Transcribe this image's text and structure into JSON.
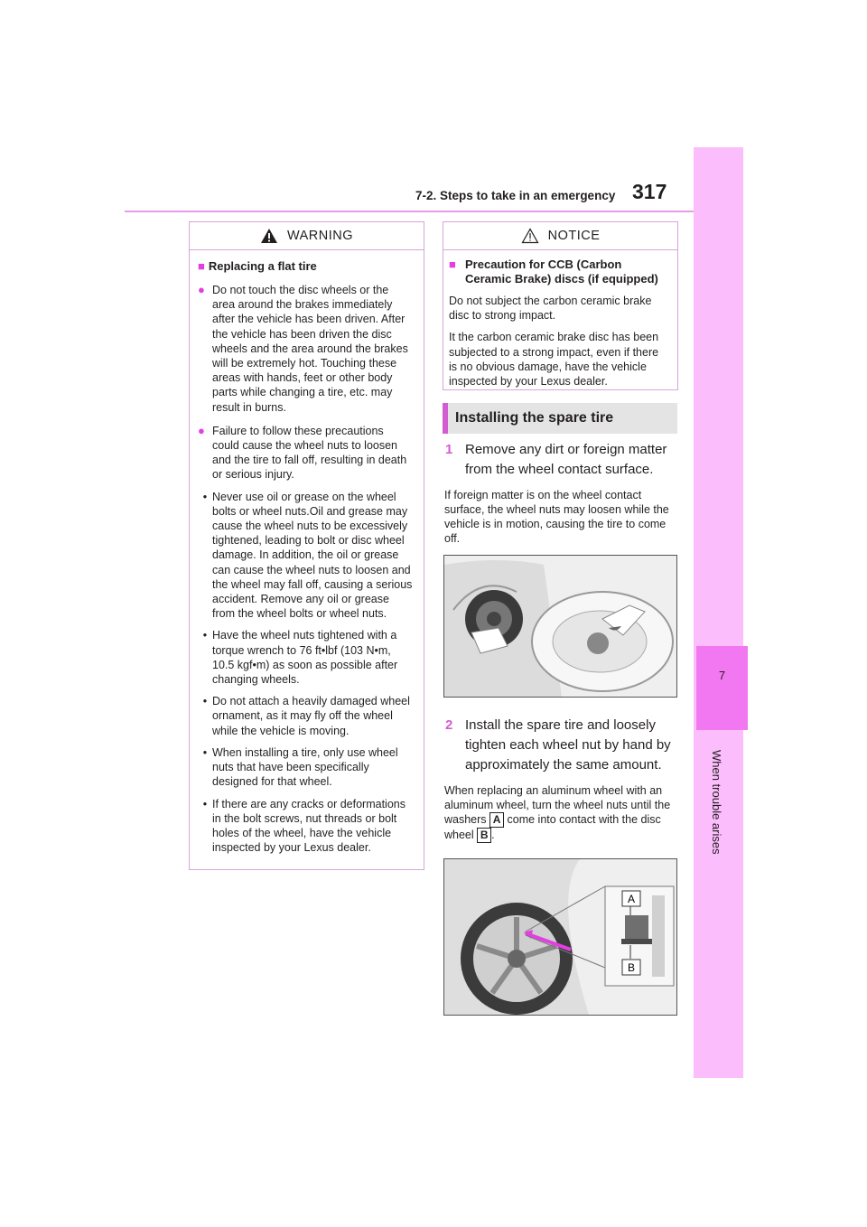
{
  "header": {
    "section_title": "7-2. Steps to take in an emergency",
    "page_number": "317"
  },
  "side_tab": {
    "chapter_number": "7",
    "chapter_label": "When trouble arises"
  },
  "warning": {
    "heading": "WARNING",
    "subheading": "Replacing a flat tire",
    "bullets": [
      "Do not touch the disc wheels or the area around the brakes immediately after the vehicle has been driven. After the vehicle has been driven the disc wheels and the area around the brakes will be extremely hot. Touching these areas with hands, feet or other body parts while changing a tire, etc. may result in burns.",
      "Failure to follow these precautions could cause the wheel nuts to loosen and the tire to fall off, resulting in death or serious injury."
    ],
    "dashes": [
      "Never use oil or grease on the wheel bolts or wheel nuts.Oil and grease may cause the wheel nuts to be excessively tightened, leading to bolt or disc wheel damage. In addition, the oil or grease can cause the wheel nuts to loosen and the wheel may fall off, causing a serious accident. Remove any oil or grease from the wheel bolts or wheel nuts.",
      "Have the wheel nuts tightened with a torque wrench to 76 ft•lbf (103 N•m, 10.5 kgf•m) as soon as possible after changing wheels.",
      "Do not attach a heavily damaged wheel ornament, as it may fly off the wheel while the vehicle is moving.",
      "When installing a tire, only use wheel nuts that have been specifically designed for that wheel.",
      "If there are any cracks or deformations in the bolt screws, nut threads or bolt holes of the wheel, have the vehicle inspected by your Lexus dealer."
    ]
  },
  "notice": {
    "heading": "NOTICE",
    "subheading": "Precaution for CCB (Carbon Ceramic Brake) discs (if equipped)",
    "paragraphs": [
      "Do not subject the carbon ceramic brake disc to strong impact.",
      "It the carbon ceramic brake disc has been subjected to a strong impact, even if there is no obvious damage, have the vehicle inspected by your Lexus dealer."
    ]
  },
  "section": {
    "title": "Installing the spare tire"
  },
  "steps": [
    {
      "number": "1",
      "text": "Remove any dirt or foreign matter from the wheel contact surface.",
      "note": "If foreign matter is on the wheel contact surface, the wheel nuts may loosen while the vehicle is in motion, causing the tire to come off."
    },
    {
      "number": "2",
      "text": "Install the spare tire and loosely tighten each wheel nut by hand by approximately the same amount.",
      "note_before_a": "When replacing an aluminum wheel with an aluminum wheel, turn the wheel nuts until the washers",
      "label_a": "A",
      "note_between": "come into contact with the disc wheel",
      "label_b": "B",
      "note_end": "."
    }
  ],
  "figure2_callouts": {
    "a": "A",
    "b": "B"
  },
  "colors": {
    "accent_magenta": "#e23fe2",
    "tab_light": "#fbbdfb",
    "tab_dark": "#f278f2",
    "header_rule": "#e89ce8"
  }
}
